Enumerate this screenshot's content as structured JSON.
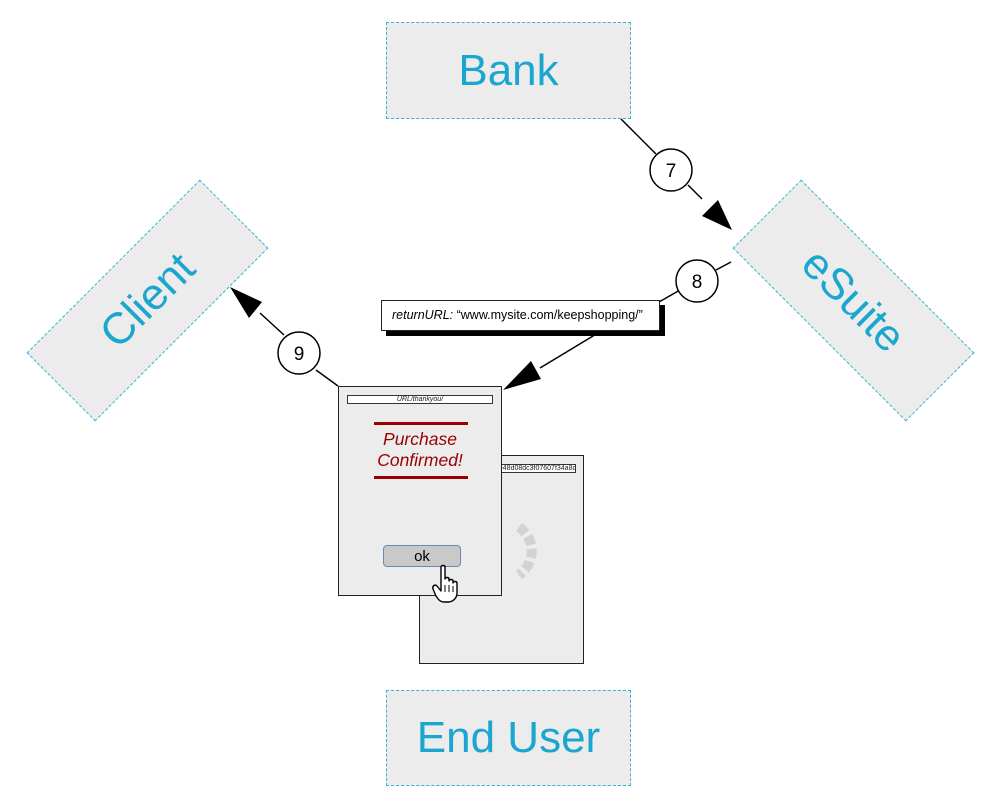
{
  "nodes": {
    "bank": "Bank",
    "esuite": "eSuite",
    "client": "Client",
    "end_user": "End User"
  },
  "steps": [
    "7",
    "8",
    "9"
  ],
  "callout": {
    "key": "returnURL:",
    "value": " “www.mysite.com/keepshopping/”"
  },
  "window_front": {
    "address": "URL/thankyou/",
    "message_line1": "Purchase",
    "message_line2": "Confirmed!",
    "ok_label": "ok"
  },
  "window_back": {
    "address": "ee48d08dc3f07607f34a8dc"
  },
  "colors": {
    "node_border": "#33b4d8",
    "node_text": "#1aa6cf",
    "node_fill": "#ececec",
    "confirm_red": "#990000",
    "ok_border": "#6a8bb6"
  },
  "icons": {
    "cursor": "hand-pointer-icon",
    "loading": "spinner-icon"
  }
}
